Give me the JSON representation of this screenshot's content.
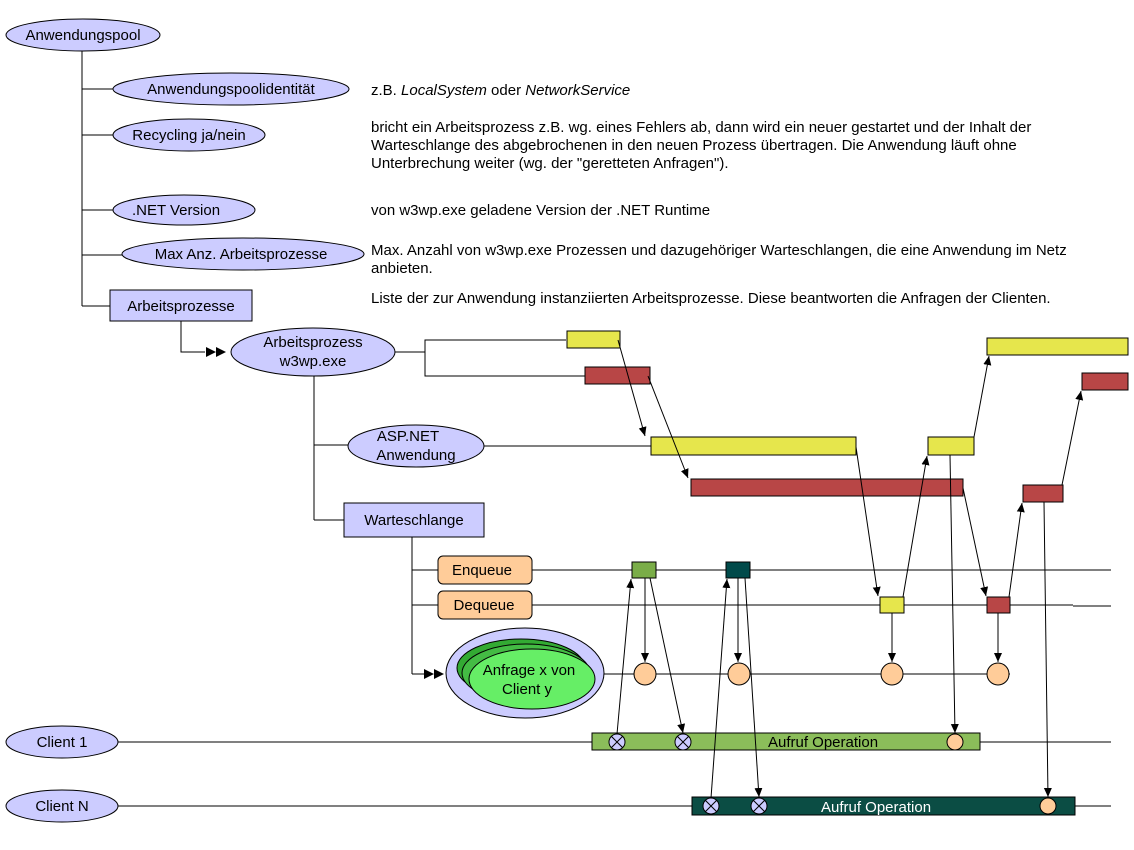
{
  "nodes": {
    "pool": "Anwendungspoolidentität",
    "pool_root": "Anwendungspool",
    "recycling": "Recycling ja/nein",
    "net_version": ".NET Version",
    "max_workers": "Max Anz. Arbeitsprozesse",
    "worker_processes": "Arbeitsprozesse",
    "worker_process_line1": "Arbeitsprozess",
    "worker_process_line2": "w3wp.exe",
    "aspnet_line1": "ASP.NET",
    "aspnet_line2": "Anwendung",
    "queue": "Warteschlange",
    "enqueue": "Enqueue",
    "dequeue": "Dequeue",
    "request_line1": "Anfrage x von",
    "request_line2": "Client y",
    "client1": "Client 1",
    "clientN": "Client N",
    "op1": "Aufruf Operation",
    "opN": "Aufruf Operation"
  },
  "descriptions": {
    "identity_prefix": "z.B. ",
    "identity_local": "LocalSystem",
    "identity_or": " oder ",
    "identity_network": "NetworkService",
    "recycling": "bricht ein Arbeitsprozess z.B. wg. eines Fehlers ab, dann wird ein neuer gestartet und der Inhalt der Warteschlange des abgebrochenen in den neuen Prozess übertragen. Die Anwendung läuft ohne Unterbrechung weiter (wg. der \"geretteten Anfragen\").",
    "net_version": "von w3wp.exe geladene Version der .NET Runtime",
    "max_workers": "Max. Anzahl von w3wp.exe Prozessen und dazugehöriger Warteschlangen, die eine Anwendung im Netz anbieten.",
    "worker_processes": "Liste der zur Anwendung instanziierten Arbeitsprozesse. Diese beantworten die Anfragen der Clienten."
  },
  "colors": {
    "node_fill": "#ccccff",
    "queue_op_fill": "#ffcc99",
    "yellow_bar": "#e6e64c",
    "red_bar": "#b84646",
    "client1_bar": "#8bbd5a",
    "clientN_bar": "#0b4d44"
  }
}
